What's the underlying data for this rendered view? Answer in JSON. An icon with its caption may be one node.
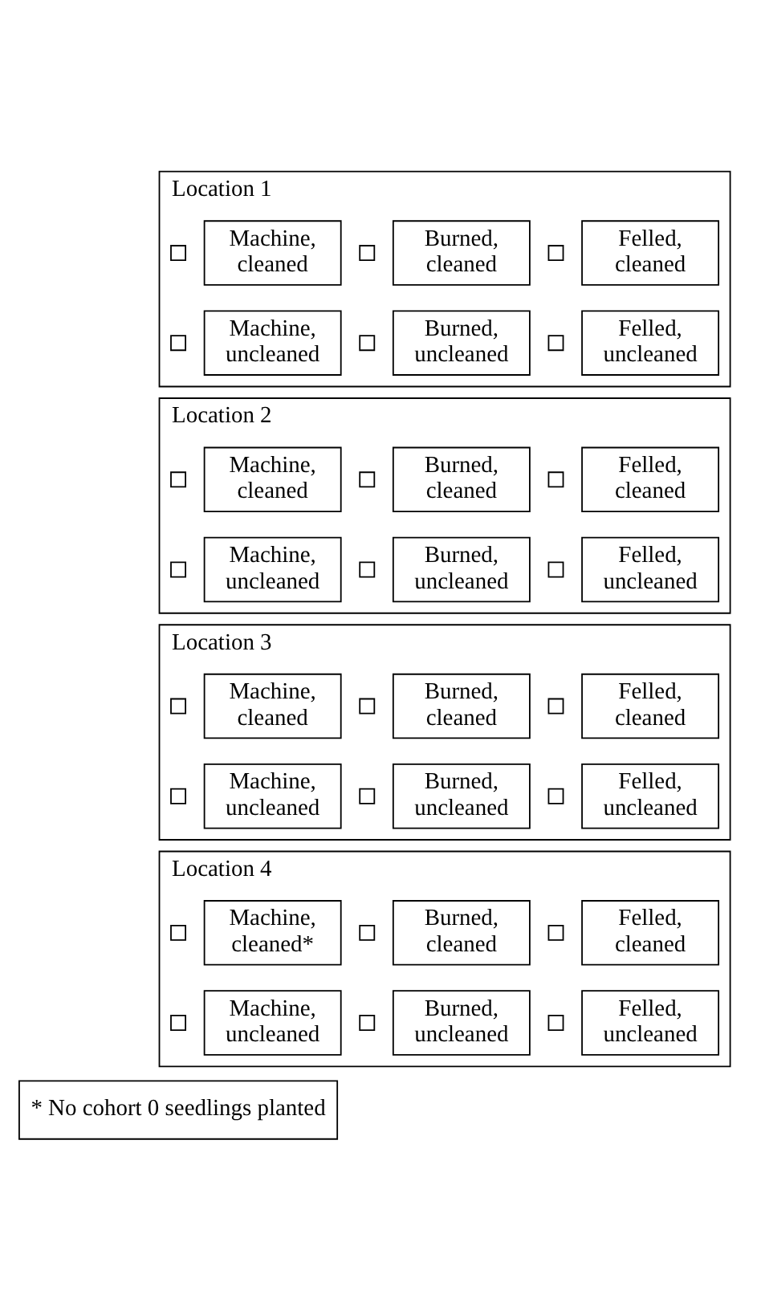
{
  "diagram": {
    "nodes": [
      {
        "text": [
          "Location 1"
        ]
      },
      {
        "text": [],
        "shape": "box",
        "in": 0
      },
      {
        "text": [
          "Machine, cleaned"
        ],
        "in": 0
      },
      {
        "text": [],
        "shape": "box",
        "in": 0
      },
      {
        "text": [
          "Burned, cleaned"
        ],
        "in": 0
      },
      {
        "text": [],
        "shape": "box",
        "in": 0
      },
      {
        "text": [
          "Felled, cleaned"
        ],
        "in": 0
      },
      {
        "text": [],
        "shape": "box",
        "in": 0
      },
      {
        "text": [
          "Machine, uncleaned"
        ],
        "in": 0
      },
      {
        "text": [],
        "shape": "box",
        "in": 0
      },
      {
        "text": [
          "Burned, uncleaned"
        ],
        "in": 0
      },
      {
        "text": [],
        "shape": "box",
        "in": 0
      },
      {
        "text": [
          "Felled, uncleaned"
        ],
        "in": 0
      },
      {
        "text": [
          "Location 2"
        ]
      },
      {
        "text": [],
        "shape": "box",
        "in": 13
      },
      {
        "text": [
          "Machine, cleaned"
        ],
        "in": 13
      },
      {
        "text": [],
        "shape": "box",
        "in": 13
      },
      {
        "text": [
          "Burned, cleaned"
        ],
        "in": 13
      },
      {
        "text": [],
        "shape": "box",
        "in": 13
      },
      {
        "text": [
          "Felled, cleaned"
        ],
        "in": 13
      },
      {
        "text": [],
        "shape": "box",
        "in": 13
      },
      {
        "text": [
          "Machine, uncleaned"
        ],
        "in": 13
      },
      {
        "text": [],
        "shape": "box",
        "in": 13
      },
      {
        "text": [
          "Burned, uncleaned"
        ],
        "in": 13
      },
      {
        "text": [],
        "shape": "box",
        "in": 13
      },
      {
        "text": [
          "Felled, uncleaned"
        ],
        "in": 13
      },
      {
        "text": [
          "Location 3"
        ]
      },
      {
        "text": [],
        "shape": "box",
        "in": 26
      },
      {
        "text": [
          "Machine, cleaned"
        ],
        "in": 26
      },
      {
        "text": [],
        "shape": "box",
        "in": 26
      },
      {
        "text": [
          "Burned, cleaned"
        ],
        "in": 26
      },
      {
        "text": [],
        "shape": "box",
        "in": 26
      },
      {
        "text": [
          "Felled, cleaned"
        ],
        "in": 26
      },
      {
        "text": [],
        "shape": "box",
        "in": 26
      },
      {
        "text": [
          "Machine, uncleaned"
        ],
        "in": 26
      },
      {
        "text": [],
        "shape": "box",
        "in": 26
      },
      {
        "text": [
          "Burned, uncleaned"
        ],
        "in": 26
      },
      {
        "text": [],
        "shape": "box",
        "in": 26
      },
      {
        "text": [
          "Felled, uncleaned"
        ],
        "in": 26
      },
      {
        "text": [
          "Location 4"
        ]
      },
      {
        "text": [],
        "shape": "box",
        "in": 39
      },
      {
        "text": [
          "Machine, cleaned*"
        ],
        "in": 39
      },
      {
        "text": [],
        "shape": "box",
        "in": 39
      },
      {
        "text": [
          "Burned, cleaned"
        ],
        "in": 39
      },
      {
        "text": [],
        "shape": "box",
        "in": 39
      },
      {
        "text": [
          "Felled, cleaned"
        ],
        "in": 39
      },
      {
        "text": [],
        "shape": "box",
        "in": 39
      },
      {
        "text": [
          "Machine, uncleaned"
        ],
        "in": 39
      },
      {
        "text": [],
        "shape": "box",
        "in": 39
      },
      {
        "text": [
          "Burned, uncleaned"
        ],
        "in": 39
      },
      {
        "text": [],
        "shape": "box",
        "in": 39
      },
      {
        "text": [
          "Felled, uncleaned"
        ],
        "in": 39
      },
      {
        "text": [
          "* No cohort 0 seedlings planted"
        ]
      }
    ]
  }
}
